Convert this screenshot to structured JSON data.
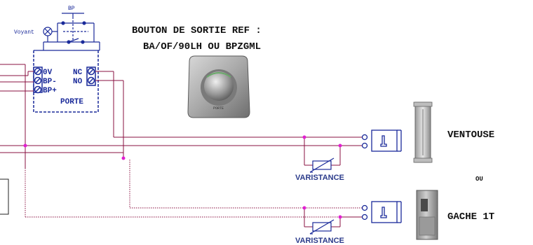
{
  "title": {
    "line1": "BOUTON DE SORTIE REF :",
    "line2": "BA/OF/90LH OU BPZGML"
  },
  "pushbutton": {
    "label": "BP",
    "indicator_label": "Voyant"
  },
  "terminal_block": {
    "left_terminals": [
      "0V",
      "BP-",
      "BP+"
    ],
    "right_terminals": [
      "NC",
      "NO"
    ],
    "name": "PORTE"
  },
  "button_photo": {
    "caption": "PORTE"
  },
  "varistance": {
    "label_top": "VARISTANCE",
    "label_bottom": "VARISTANCE"
  },
  "devices": {
    "ventouse": "VENTOUSE",
    "separator": "OU",
    "gache": "GACHE 1T"
  },
  "colors": {
    "wire": "#8a1040",
    "junction": "#e020d0",
    "blue_drawing": "#1a2a9a",
    "varistance_label": "#2a3a8a"
  }
}
